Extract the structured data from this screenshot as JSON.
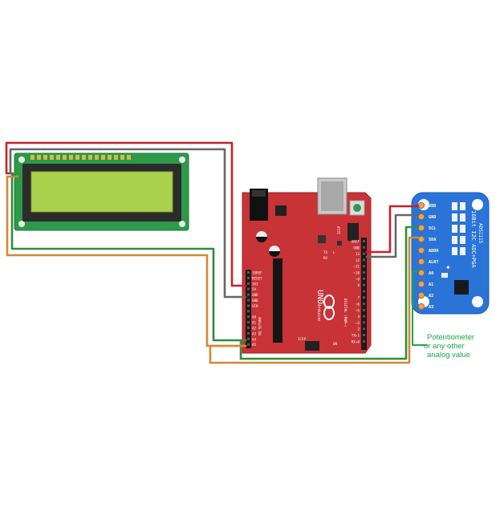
{
  "lcd": {
    "pin_count": 16
  },
  "arduino": {
    "logo_text": "UNO",
    "brand_text": "Arduino",
    "tx_label": "TX",
    "rx_label": "RX",
    "l_label": "L",
    "on_label": "ON",
    "icsp_label": "ICSP",
    "icsp2_label": "ICSP",
    "digital_label": "DIGITAL (PWM~)",
    "analog_label": "ANALOG IN",
    "left_pins": [
      "IOREF",
      "RESET",
      "3V3",
      "5V",
      "GND",
      "GND",
      "VIN",
      "",
      "A0",
      "A1",
      "A2",
      "A3",
      "A4",
      "A5"
    ],
    "right_pins": [
      "AREF",
      "GND",
      "13",
      "12",
      "~11",
      "~10",
      "~9",
      "8",
      "",
      "7",
      "~6",
      "~5",
      "4",
      "~3",
      "2",
      "TX▸1",
      "RX◂0"
    ]
  },
  "ads": {
    "title": "16Bit I2C ADC+PGA",
    "model": "ADS1115",
    "pins": [
      "VDD",
      "GND",
      "SCL",
      "SDA",
      "ADDR",
      "ALRT",
      "A0",
      "A1",
      "A2",
      "A3"
    ]
  },
  "annotation": {
    "line1": "Potentiometer",
    "line2": "or any other",
    "line3": "analog value"
  },
  "colors": {
    "wire_red": "#c8202a",
    "wire_gray": "#666666",
    "wire_green": "#2f8f36",
    "wire_orange": "#d2883a",
    "arduino_red": "#c73336",
    "lcd_pcb": "#2c9a49",
    "lcd_screen": "#aad04d",
    "ads_pcb": "#2a74d8",
    "note_green": "#1aa54a"
  }
}
